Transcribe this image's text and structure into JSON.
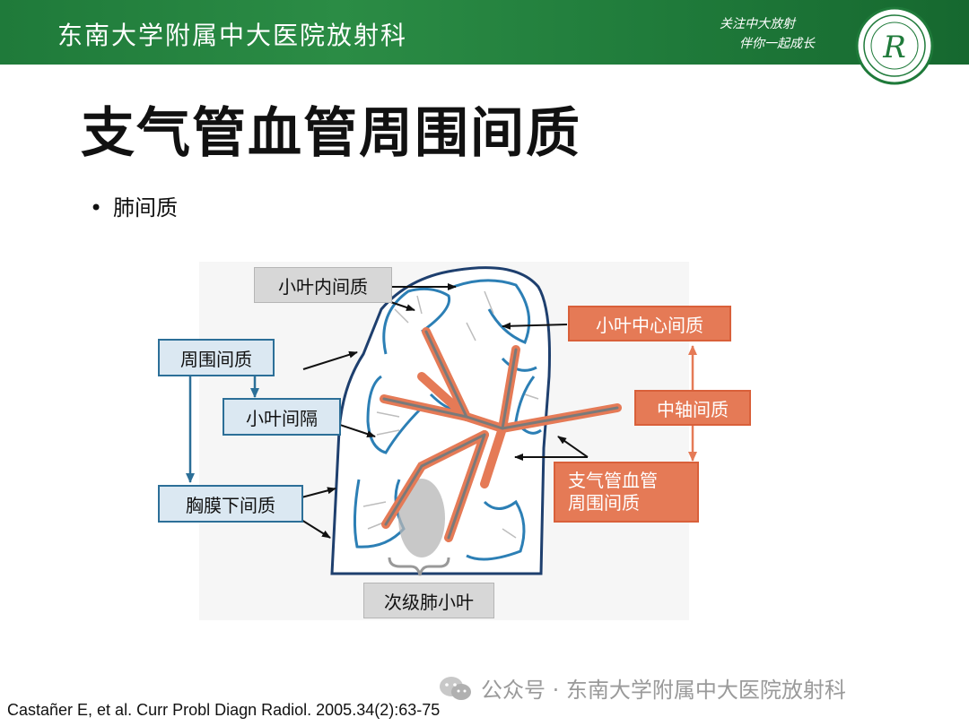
{
  "header": {
    "title": "东南大学附属中大医院放射科",
    "slogan_line1": "关注中大放射",
    "slogan_line2": "伴你一起成长",
    "logo_letter": "R",
    "background_color": "#2b8c45"
  },
  "slide": {
    "title": "支气管血管周围间质",
    "bullet": "肺间质"
  },
  "diagram": {
    "labels": {
      "intralobular": "小叶内间质",
      "centrilobular": "小叶中心间质",
      "peripheral": "周围间质",
      "interlobular_septa": "小叶间隔",
      "axial": "中轴间质",
      "subpleural": "胸膜下间质",
      "peribronchovascular_line1": "支气管血管",
      "peribronchovascular_line2": "周围间质",
      "secondary_lobule": "次级肺小叶"
    },
    "colors": {
      "blue": "#2c6f98",
      "orange": "#e57a56",
      "outline": "#1e3f6e",
      "gray": "#d7d7d7"
    }
  },
  "footer": {
    "watermark": "公众号 · 东南大学附属中大医院放射科",
    "citation": "Castañer E, et al. Curr Probl Diagn Radiol. 2005.34(2):63-75"
  }
}
